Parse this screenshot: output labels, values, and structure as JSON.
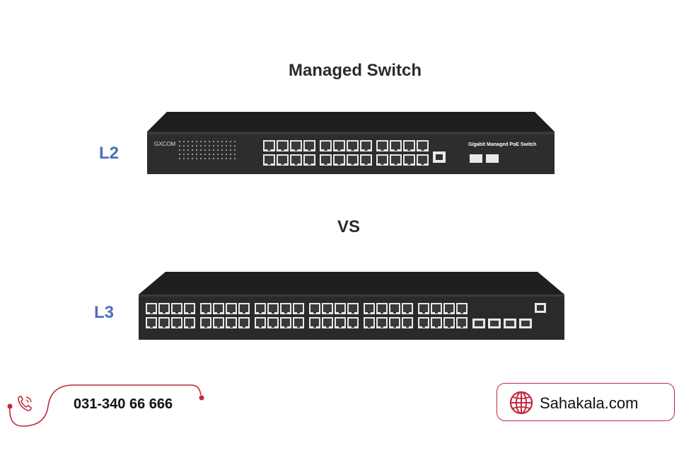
{
  "title": "Managed Switch",
  "vs_label": "VS",
  "l2": {
    "label": "L2",
    "brand": "GXCOM",
    "model_text": "Gigabit Managed PoE Switch"
  },
  "l3": {
    "label": "L3"
  },
  "contact": {
    "phone": "031-340 66 666",
    "website": "Sahakala.com"
  },
  "colors": {
    "label_blue": "#4a6fb8",
    "accent_red": "#c0293a",
    "switch_body": "#2a2a2a"
  }
}
